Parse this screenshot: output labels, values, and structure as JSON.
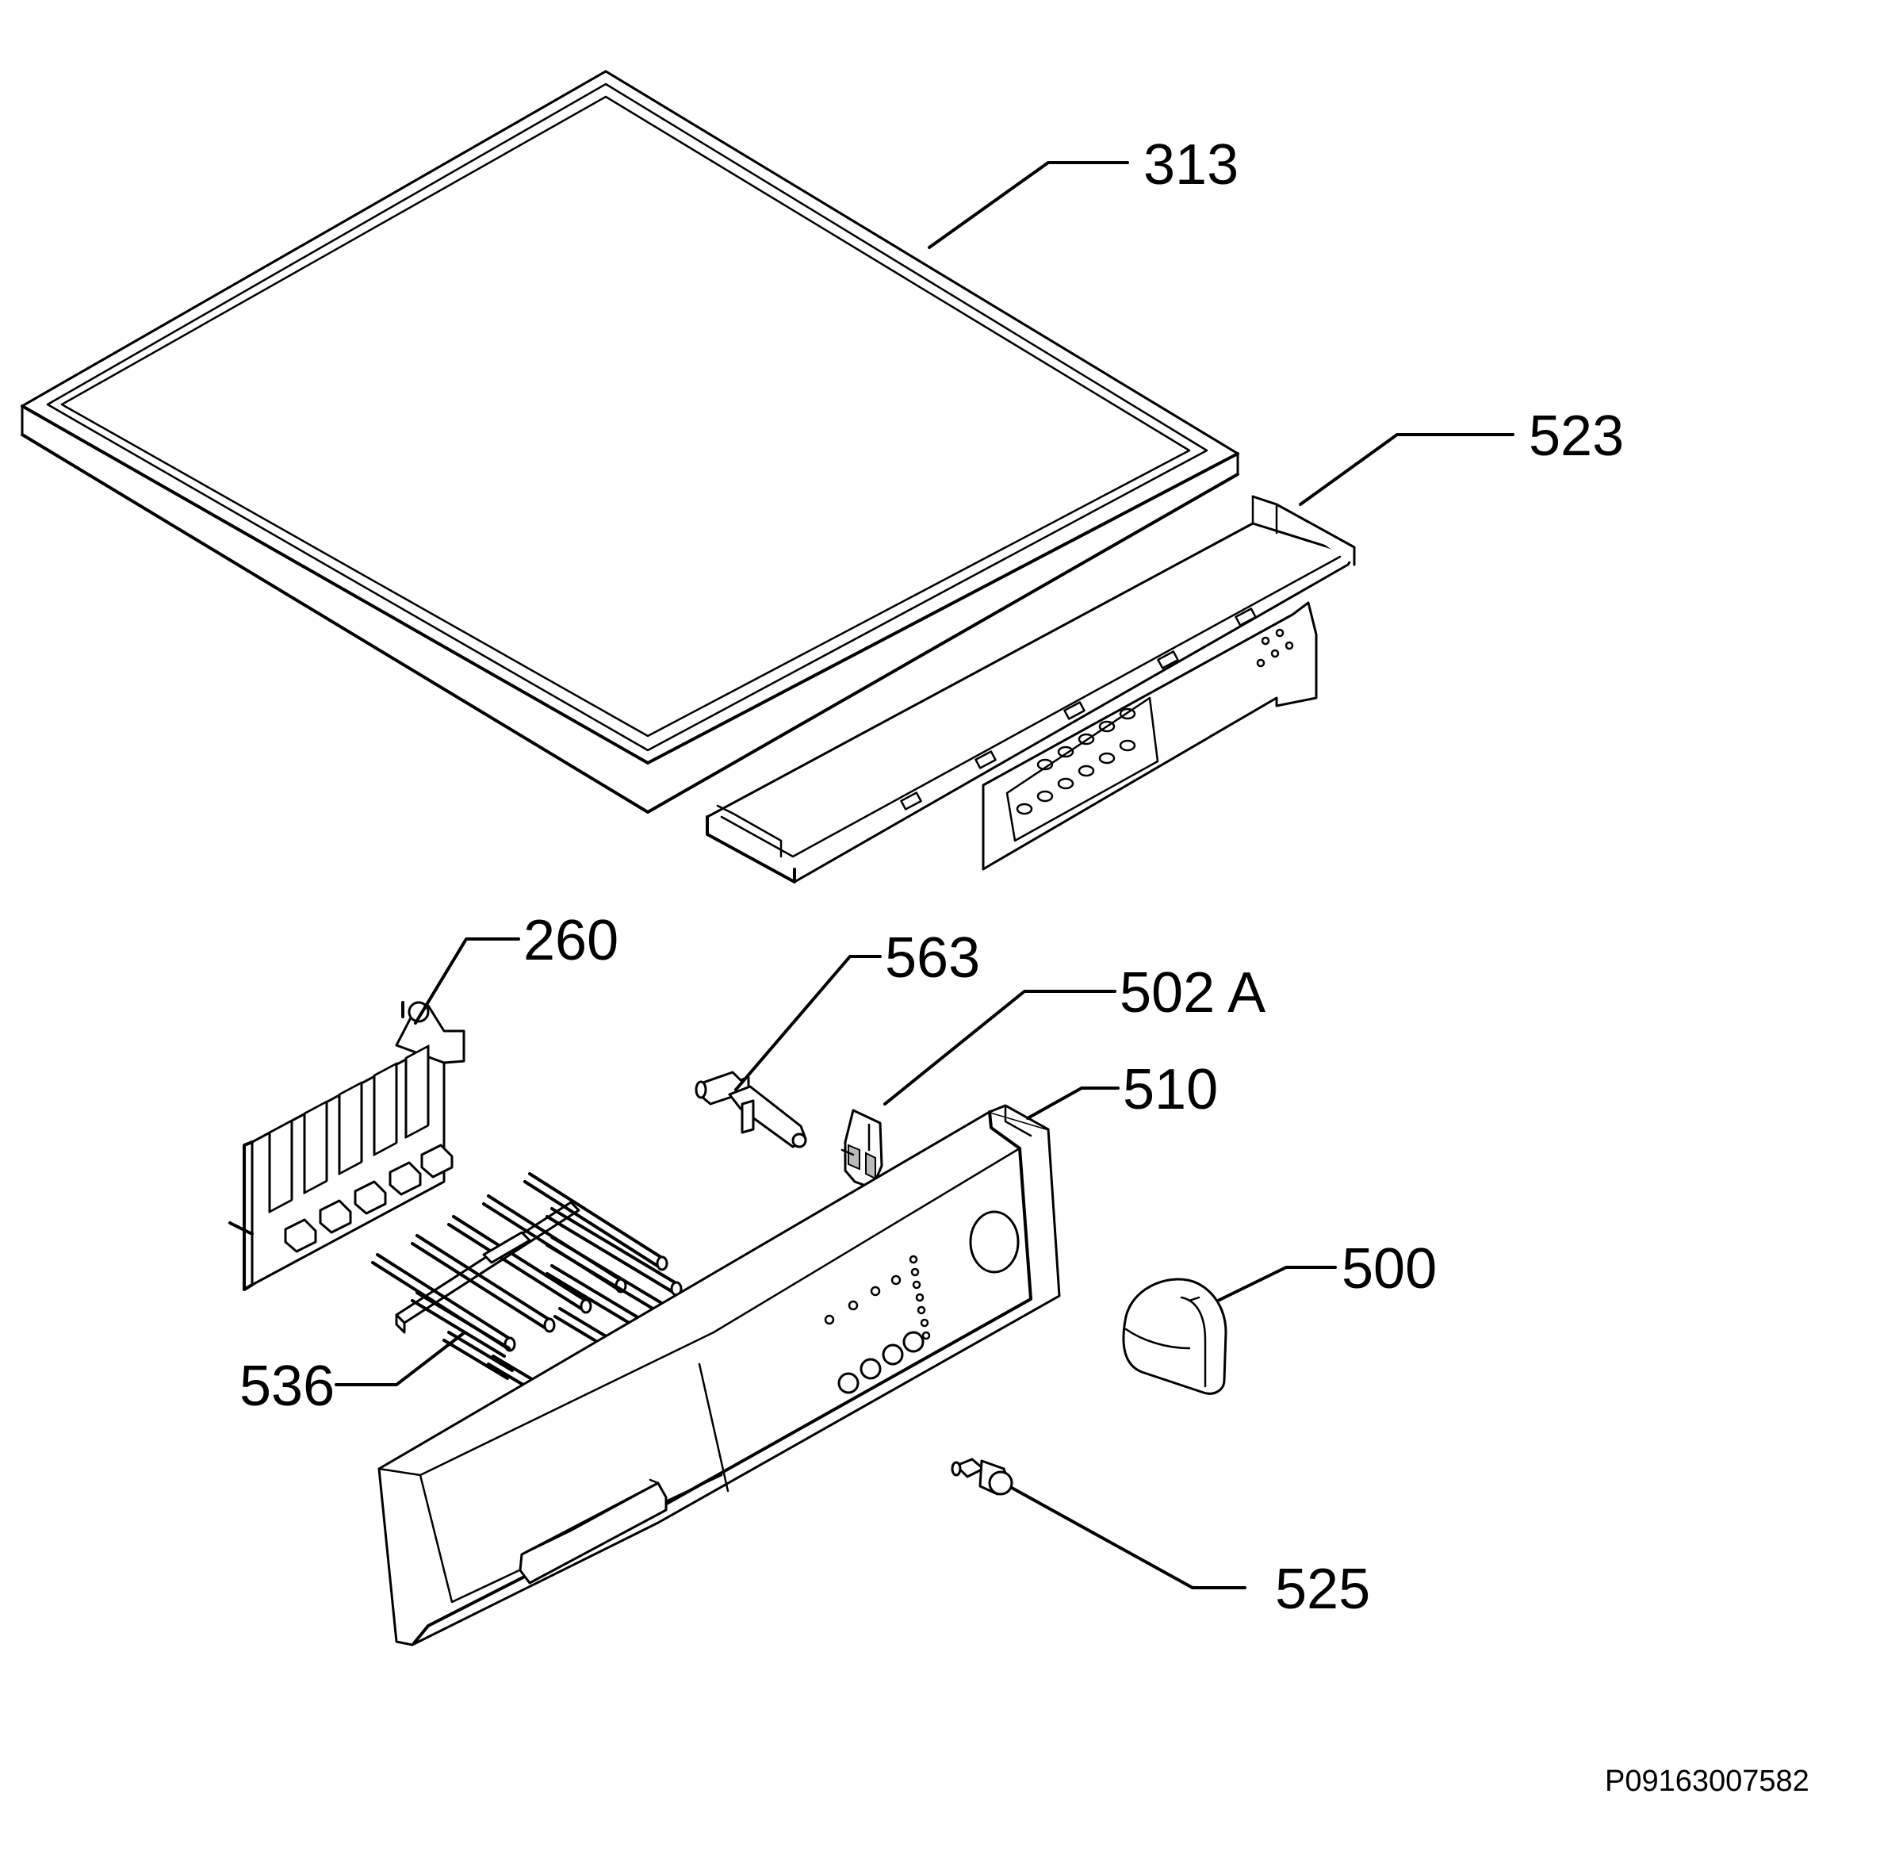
{
  "diagram": {
    "part_labels": {
      "p313": "313",
      "p523": "523",
      "p260": "260",
      "p563": "563",
      "p502a": "502 A",
      "p510": "510",
      "p500": "500",
      "p536": "536",
      "p525": "525"
    },
    "drawing_code": "P09163007582"
  }
}
